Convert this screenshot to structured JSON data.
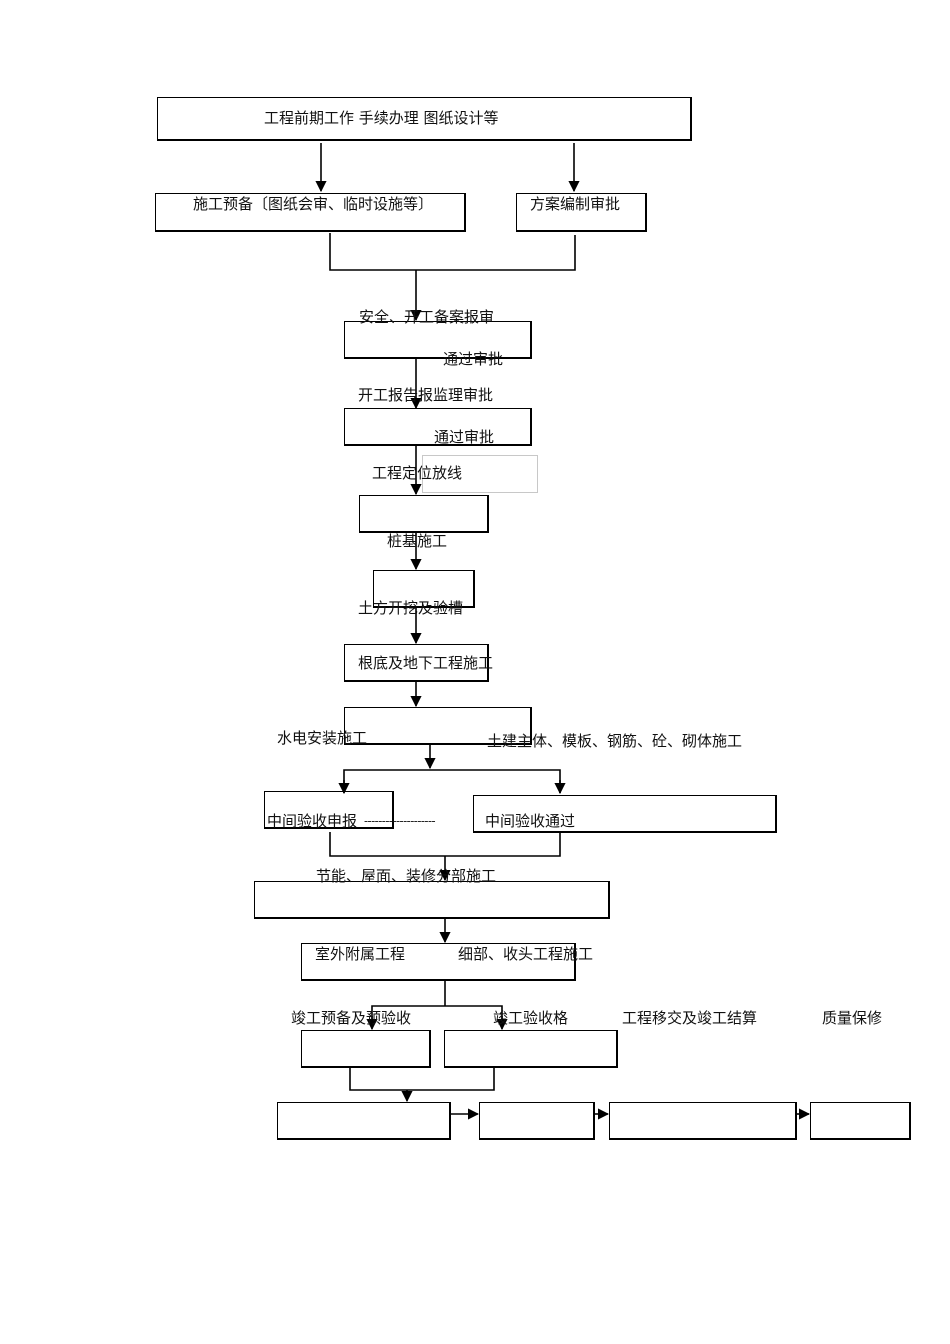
{
  "diagram": {
    "labels": {
      "preliminary_work": "工程前期工作  手续办理  图纸设计等",
      "construction_prep": "施工预备〔图纸会审、临时设施等〕",
      "plan_approval": "方案编制审批",
      "safety_filing": "安全、开工备案报审",
      "approved_1": "通过审批",
      "start_report": "开工报告报监理审批",
      "approved_2": "通过审批",
      "positioning": "工程定位放线",
      "pile_foundation": "桩基施工",
      "excavation": "土方开挖及验槽",
      "foundation_underground": "根底及地下工程施工",
      "mep_installation": "水电安装施工",
      "main_structure": "土建主体、模板、钢筋、砼、砌体施工",
      "mid_inspection_report": "中间验收申报",
      "dash_link": "--------------------",
      "mid_inspection_passed": "中间验收通过",
      "energy_roof_decoration": "节能、屋面、装修分部施工",
      "outdoor_works": "室外附属工程",
      "finishing_works": "细部、收头工程施工",
      "completion_prep": "竣工预备及预验收",
      "completion_inspection": "竣工验收格",
      "handover_settlement": "工程移交及竣工结算",
      "warranty": "质量保修"
    }
  }
}
